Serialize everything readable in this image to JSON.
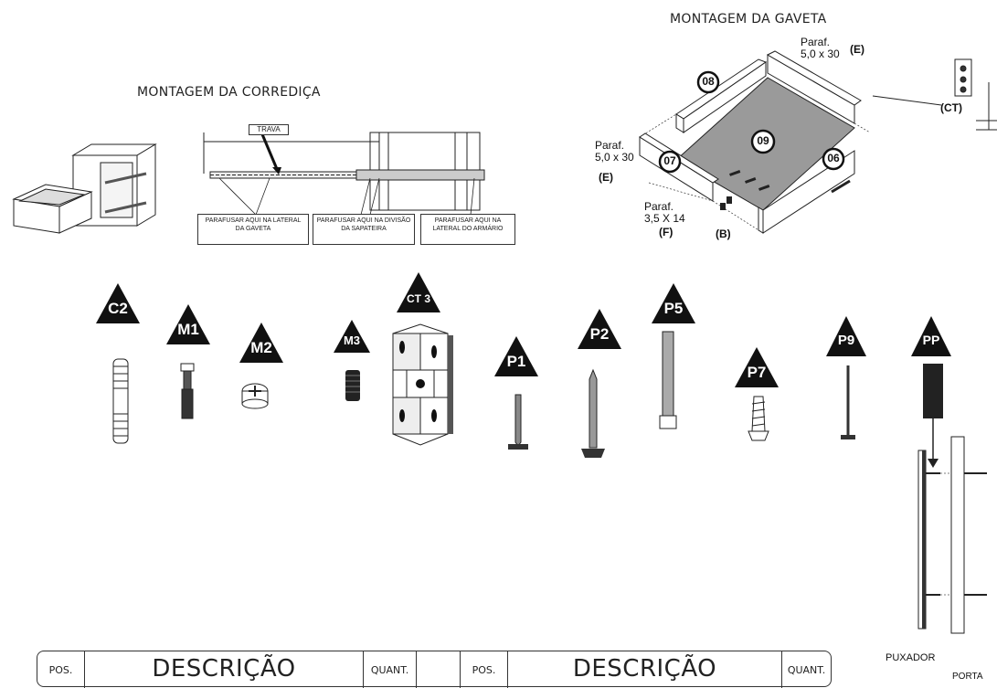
{
  "drawer_assembly": {
    "title": "MONTAGEM DA GAVETA",
    "parts": [
      "08",
      "09",
      "07",
      "06"
    ],
    "screw_e_top": {
      "text": "Paraf.\n5,0 x 30",
      "code": "(E)"
    },
    "screw_e_left": {
      "text": "Paraf.\n5,0 x 30",
      "code": "(E)"
    },
    "screw_f": {
      "text": "Paraf.\n3,5 X 14",
      "code": "(F)"
    },
    "code_b": "(B)",
    "code_ct": "(CT)"
  },
  "slide_assembly": {
    "title": "MONTAGEM DA CORREDIÇA",
    "trava": "TRAVA",
    "callouts": [
      "PARAFUSAR AQUI NA LATERAL DA GAVETA",
      "PARAFUSAR AQUI NA DIVISÃO DA SAPATEIRA",
      "PARAFUSAR AQUI NA LATERAL DO ARMÁRIO"
    ]
  },
  "hardware": [
    {
      "code": "C2",
      "icon": "dowel-icon"
    },
    {
      "code": "M1",
      "icon": "minifix-pin-icon"
    },
    {
      "code": "M2",
      "icon": "cam-lock-icon"
    },
    {
      "code": "M3",
      "icon": "insert-nut-icon"
    },
    {
      "code": "CT 3",
      "icon": "corner-bracket-icon"
    },
    {
      "code": "P1",
      "icon": "short-screw-icon"
    },
    {
      "code": "P2",
      "icon": "long-screw-icon"
    },
    {
      "code": "P5",
      "icon": "machine-screw-icon"
    },
    {
      "code": "P7",
      "icon": "thick-screw-icon"
    },
    {
      "code": "P9",
      "icon": "nail-icon"
    },
    {
      "code": "PP",
      "icon": "handle-post-icon"
    }
  ],
  "handle_diagram": {
    "puxador": "PUXADOR",
    "porta": "PORTA"
  },
  "parts_table": {
    "headers": [
      {
        "pos": "POS.",
        "desc": "DESCRIÇÃO",
        "qty": "QUANT."
      },
      {
        "pos": "POS.",
        "desc": "DESCRIÇÃO",
        "qty": "QUANT."
      }
    ]
  }
}
